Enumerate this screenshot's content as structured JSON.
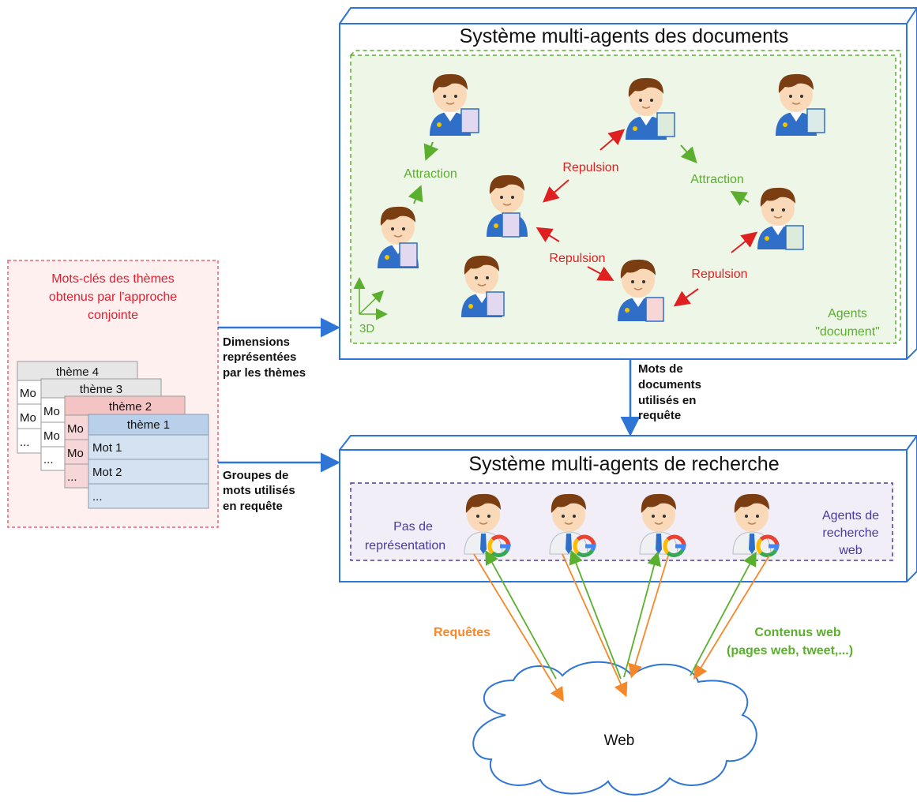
{
  "doc_system": {
    "title": "Système multi-agents des documents",
    "agents_label_1": "Agents",
    "agents_label_2": "\"document\"",
    "dim_label": "3D",
    "attraction": "Attraction",
    "repulsion": "Repulsion"
  },
  "search_system": {
    "title": "Système multi-agents de recherche",
    "no_repr_1": "Pas de",
    "no_repr_2": "représentation",
    "agents_1": "Agents de",
    "agents_2": "recherche",
    "agents_3": "web"
  },
  "keywords_panel": {
    "title_1": "Mots-clés des thèmes",
    "title_2": "obtenus par l'approche",
    "title_3": "conjointe",
    "themes": [
      "thème 4",
      "thème 3",
      "thème 2",
      "thème 1"
    ],
    "rows": [
      "Mot 1",
      "Mot 2",
      "..."
    ],
    "back_row_1": "Mo",
    "back_row_2": "Mo",
    "back_row_3": "...",
    "mid_row_1": "Mo",
    "mid_row_2": "Mo",
    "mid_row_3": "...",
    "front2_row_1": "Mo",
    "front2_row_2": "Mo",
    "front2_row_3": "..."
  },
  "edges": {
    "dimensions_1": "Dimensions",
    "dimensions_2": "représentées",
    "dimensions_3": "par les thèmes",
    "groups_1": "Groupes de",
    "groups_2": "mots utilisés",
    "groups_3": "en requête",
    "doc_words_1": "Mots de",
    "doc_words_2": "documents",
    "doc_words_3": "utilisés en",
    "doc_words_4": "requête",
    "requests": "Requêtes",
    "web_content_1": "Contenus web",
    "web_content_2": "(pages web, tweet,...)"
  },
  "web": {
    "label": "Web"
  },
  "colors": {
    "blue": "#2E75D6",
    "green": "#5BAF2E",
    "red": "#E02020",
    "orange": "#F5882A",
    "purple": "#4B3BA0",
    "pink_border": "#F06070"
  }
}
